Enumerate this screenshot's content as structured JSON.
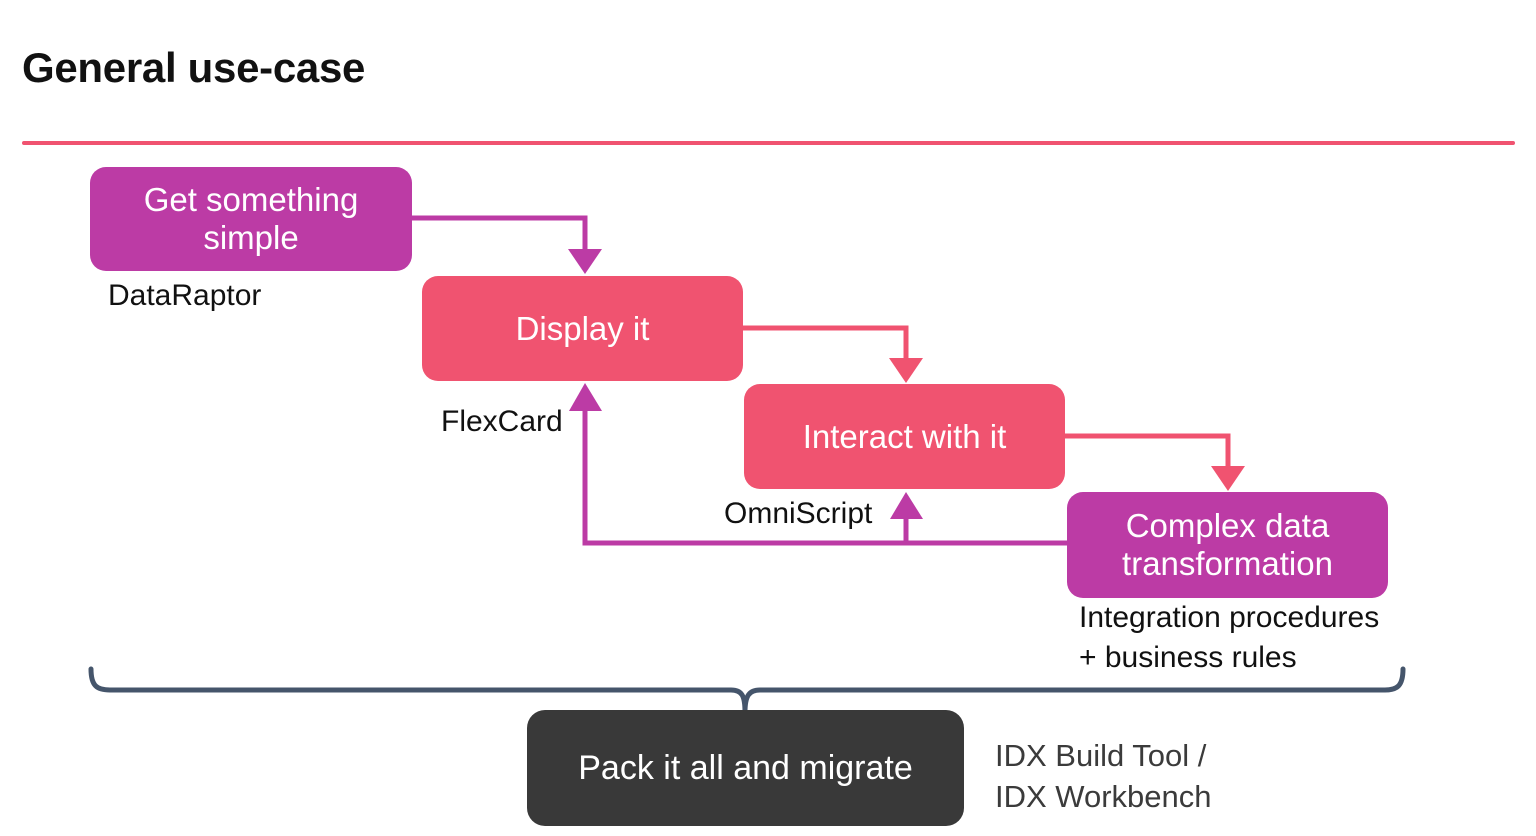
{
  "slide": {
    "title": "General use-case",
    "accent_color": "#F05370",
    "purple_color": "#BC3BA5",
    "pink_color": "#F05370",
    "dark_color": "#393939",
    "brace_color": "#45556B"
  },
  "nodes": [
    {
      "id": "get-something-simple",
      "label": "Get something\nsimple",
      "color": "#BC3BA5",
      "caption": "DataRaptor"
    },
    {
      "id": "display-it",
      "label": "Display it",
      "color": "#F05370",
      "caption": "FlexCard"
    },
    {
      "id": "interact-with-it",
      "label": "Interact with it",
      "color": "#F05370",
      "caption": "OmniScript"
    },
    {
      "id": "complex-data-transformation",
      "label": "Complex data\ntransformation",
      "color": "#BC3BA5",
      "caption": "Integration procedures\n+ business rules"
    },
    {
      "id": "pack-it-all-and-migrate",
      "label": "Pack it all and migrate",
      "color": "#393939",
      "caption": "IDX Build Tool /\nIDX Workbench"
    }
  ],
  "captions": {
    "dataraptor": "DataRaptor",
    "flexcard": "FlexCard",
    "omniscript": "OmniScript",
    "integration_rules": "Integration procedures\n+ business rules",
    "idx_tools": "IDX Build Tool /\nIDX Workbench"
  },
  "node_labels": {
    "get_something_simple": "Get something\nsimple",
    "display_it": "Display it",
    "interact_with_it": "Interact with it",
    "complex_data_transformation": "Complex data\ntransformation",
    "pack_it_all_and_migrate": "Pack it all and migrate"
  },
  "connectors": [
    {
      "id": "get-to-display",
      "from": "get-something-simple",
      "to": "display-it",
      "color": "#BC3BA5"
    },
    {
      "id": "display-to-interact",
      "from": "display-it",
      "to": "interact-with-it",
      "color": "#F05370"
    },
    {
      "id": "interact-to-complex",
      "from": "interact-with-it",
      "to": "complex-data-transformation",
      "color": "#F05370"
    },
    {
      "id": "complex-to-interact",
      "from": "complex-data-transformation",
      "to": "interact-with-it",
      "color": "#BC3BA5"
    },
    {
      "id": "complex-to-display",
      "from": "complex-data-transformation",
      "to": "display-it",
      "color": "#BC3BA5"
    }
  ]
}
